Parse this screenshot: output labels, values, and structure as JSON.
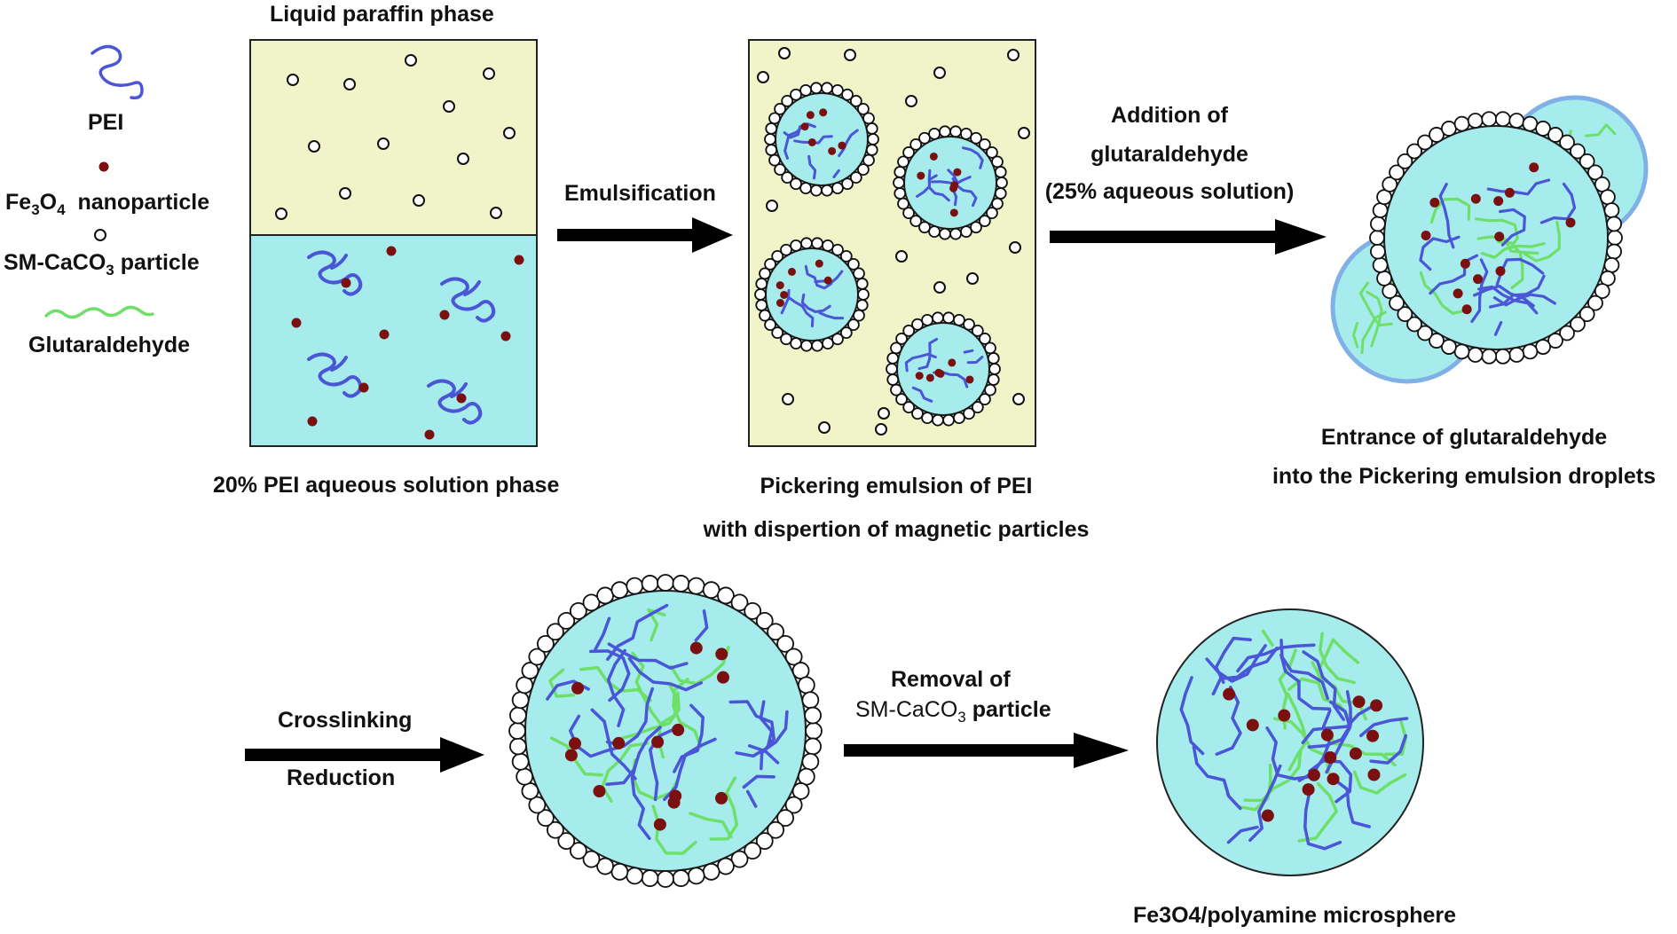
{
  "legend": {
    "pei": "PEI",
    "fe3o4_main": "Fe",
    "fe3o4_sub1": "3",
    "fe3o4_mid": "O",
    "fe3o4_sub2": "4",
    "fe3o4_tail": "nanoparticle",
    "caco3_main": "SM-CaCO",
    "caco3_sub": "3",
    "caco3_tail": "particle",
    "glutaraldehyde": "Glutaraldehyde"
  },
  "step1": {
    "top_label": "Liquid paraffin phase",
    "bottom_label": "20% PEI aqueous solution phase"
  },
  "arrow1": {
    "label": "Emulsification"
  },
  "step2": {
    "caption_line1": "Pickering emulsion of PEI",
    "caption_line2": "with dispertion of magnetic particles"
  },
  "arrow2": {
    "line1": "Addition of",
    "line2": "glutaraldehyde",
    "line3": "(25% aqueous solution)"
  },
  "step3": {
    "caption_line1": "Entrance of glutaraldehyde",
    "caption_line2": "into the Pickering emulsion droplets"
  },
  "arrow3": {
    "line1": "Crosslinking",
    "line2": "Reduction"
  },
  "arrow4": {
    "line1": "Removal of",
    "line2_main": "SM-CaCO",
    "line2_sub": "3",
    "line2_tail": "particle"
  },
  "final": {
    "caption": "Fe3O4/polyamine microsphere"
  },
  "colors": {
    "paraffin": "#f0f4c8",
    "aqueous": "#a6ecec",
    "pei": "#4a56d6",
    "glutaraldehyde": "#6ee06a",
    "nanoparticle": "#7a1010",
    "droplet_rim": "#7fb0e6"
  }
}
